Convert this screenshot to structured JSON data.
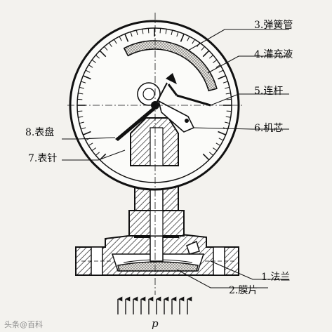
{
  "labels": {
    "spring_tube": "3.弹簧管",
    "fill_liquid": "4.灌充液",
    "link_rod": "5.连杆",
    "movement": "6.机芯",
    "dial": "8.表盘",
    "pointer": "7.表针",
    "flange": "1.法兰",
    "diaphragm": "2.膜片",
    "pressure": "p"
  },
  "watermark": "头条@百科",
  "colors": {
    "ink": "#1a1a1a",
    "paper": "#f3f2ee"
  }
}
